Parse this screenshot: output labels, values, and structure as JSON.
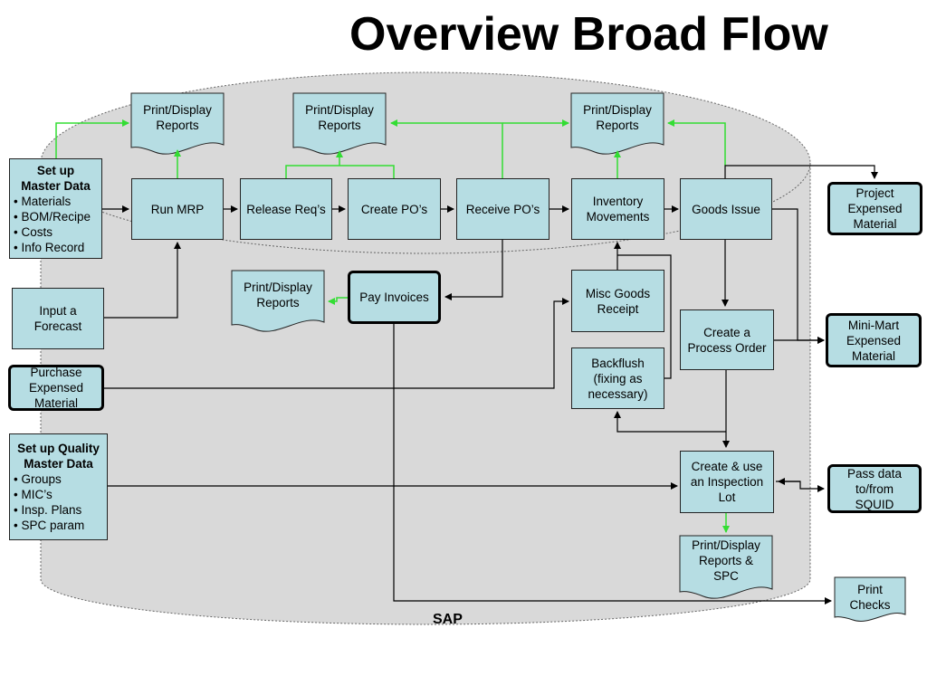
{
  "title": "Overview Broad Flow",
  "system_label": "SAP",
  "colors": {
    "box_fill": "#b6dde3",
    "cylinder_fill": "#d9d9d9",
    "connector": "#000000",
    "report_connector": "#33dd33"
  },
  "nodes": {
    "setup_master": {
      "heading": "Set up\nMaster Data",
      "items": [
        "• Materials",
        "• BOM/Recipe",
        "• Costs",
        "• Info Record"
      ]
    },
    "input_forecast": "Input a\nForecast",
    "purchase_expensed": "Purchase\nExpensed\nMaterial",
    "setup_quality": {
      "heading": "Set up Quality\nMaster Data",
      "items": [
        "• Groups",
        "• MIC’s",
        "• Insp. Plans",
        "• SPC param"
      ]
    },
    "run_mrp": "Run MRP",
    "release_reqs": "Release Req’s",
    "create_pos": "Create PO’s",
    "receive_pos": "Receive PO’s",
    "inventory_movements": "Inventory\nMovements",
    "goods_issue": "Goods Issue",
    "pay_invoices": "Pay Invoices",
    "misc_goods_receipt": "Misc Goods\nReceipt",
    "backflush": "Backflush\n(fixing as\nnecessary)",
    "create_process_order": "Create a\nProcess Order",
    "inspection_lot": "Create & use\nan Inspection\nLot",
    "project_expensed": "Project\nExpensed\nMaterial",
    "mini_mart": "Mini-Mart\nExpensed\nMaterial",
    "pass_data": "Pass data\nto/from\nSQUID",
    "print_checks": "Print\nChecks"
  },
  "reports": {
    "mrp_reports": "Print/Display\nReports",
    "po_reports": "Print/Display\nReports",
    "inv_reports": "Print/Display\nReports",
    "invoice_reports": "Print/Display\nReports",
    "spc_reports": "Print/Display\nReports &\nSPC"
  }
}
